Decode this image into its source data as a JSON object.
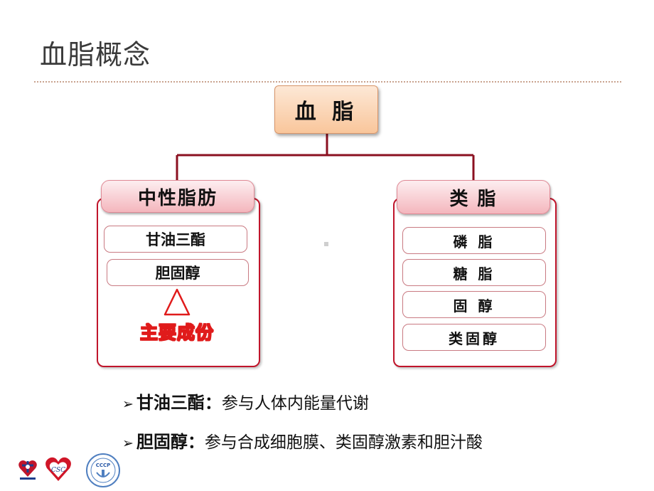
{
  "title": "血脂概念",
  "diagram": {
    "root": "血 脂",
    "left_group": {
      "header": "中性脂肪",
      "items": [
        "甘油三酯",
        "胆固醇"
      ],
      "main_component_label": "主要成份"
    },
    "right_group": {
      "header": "类 脂",
      "items": [
        "磷 脂",
        "糖 脂",
        "固 醇",
        "类固醇"
      ]
    }
  },
  "bullets": [
    {
      "mark": "➢",
      "term": "甘油三酯：",
      "desc": "参与人体内能量代谢"
    },
    {
      "mark": "➢",
      "term": "胆固醇：",
      "desc": "参与合成细胞膜、类固醇激素和胆汁酸"
    }
  ],
  "logos": {
    "logo2_text": "CSC",
    "logo3_text": "CCCP"
  },
  "colors": {
    "accent_red": "#c0152b",
    "root_fill": "#f9c69b",
    "header_fill": "#f4b6bd"
  }
}
